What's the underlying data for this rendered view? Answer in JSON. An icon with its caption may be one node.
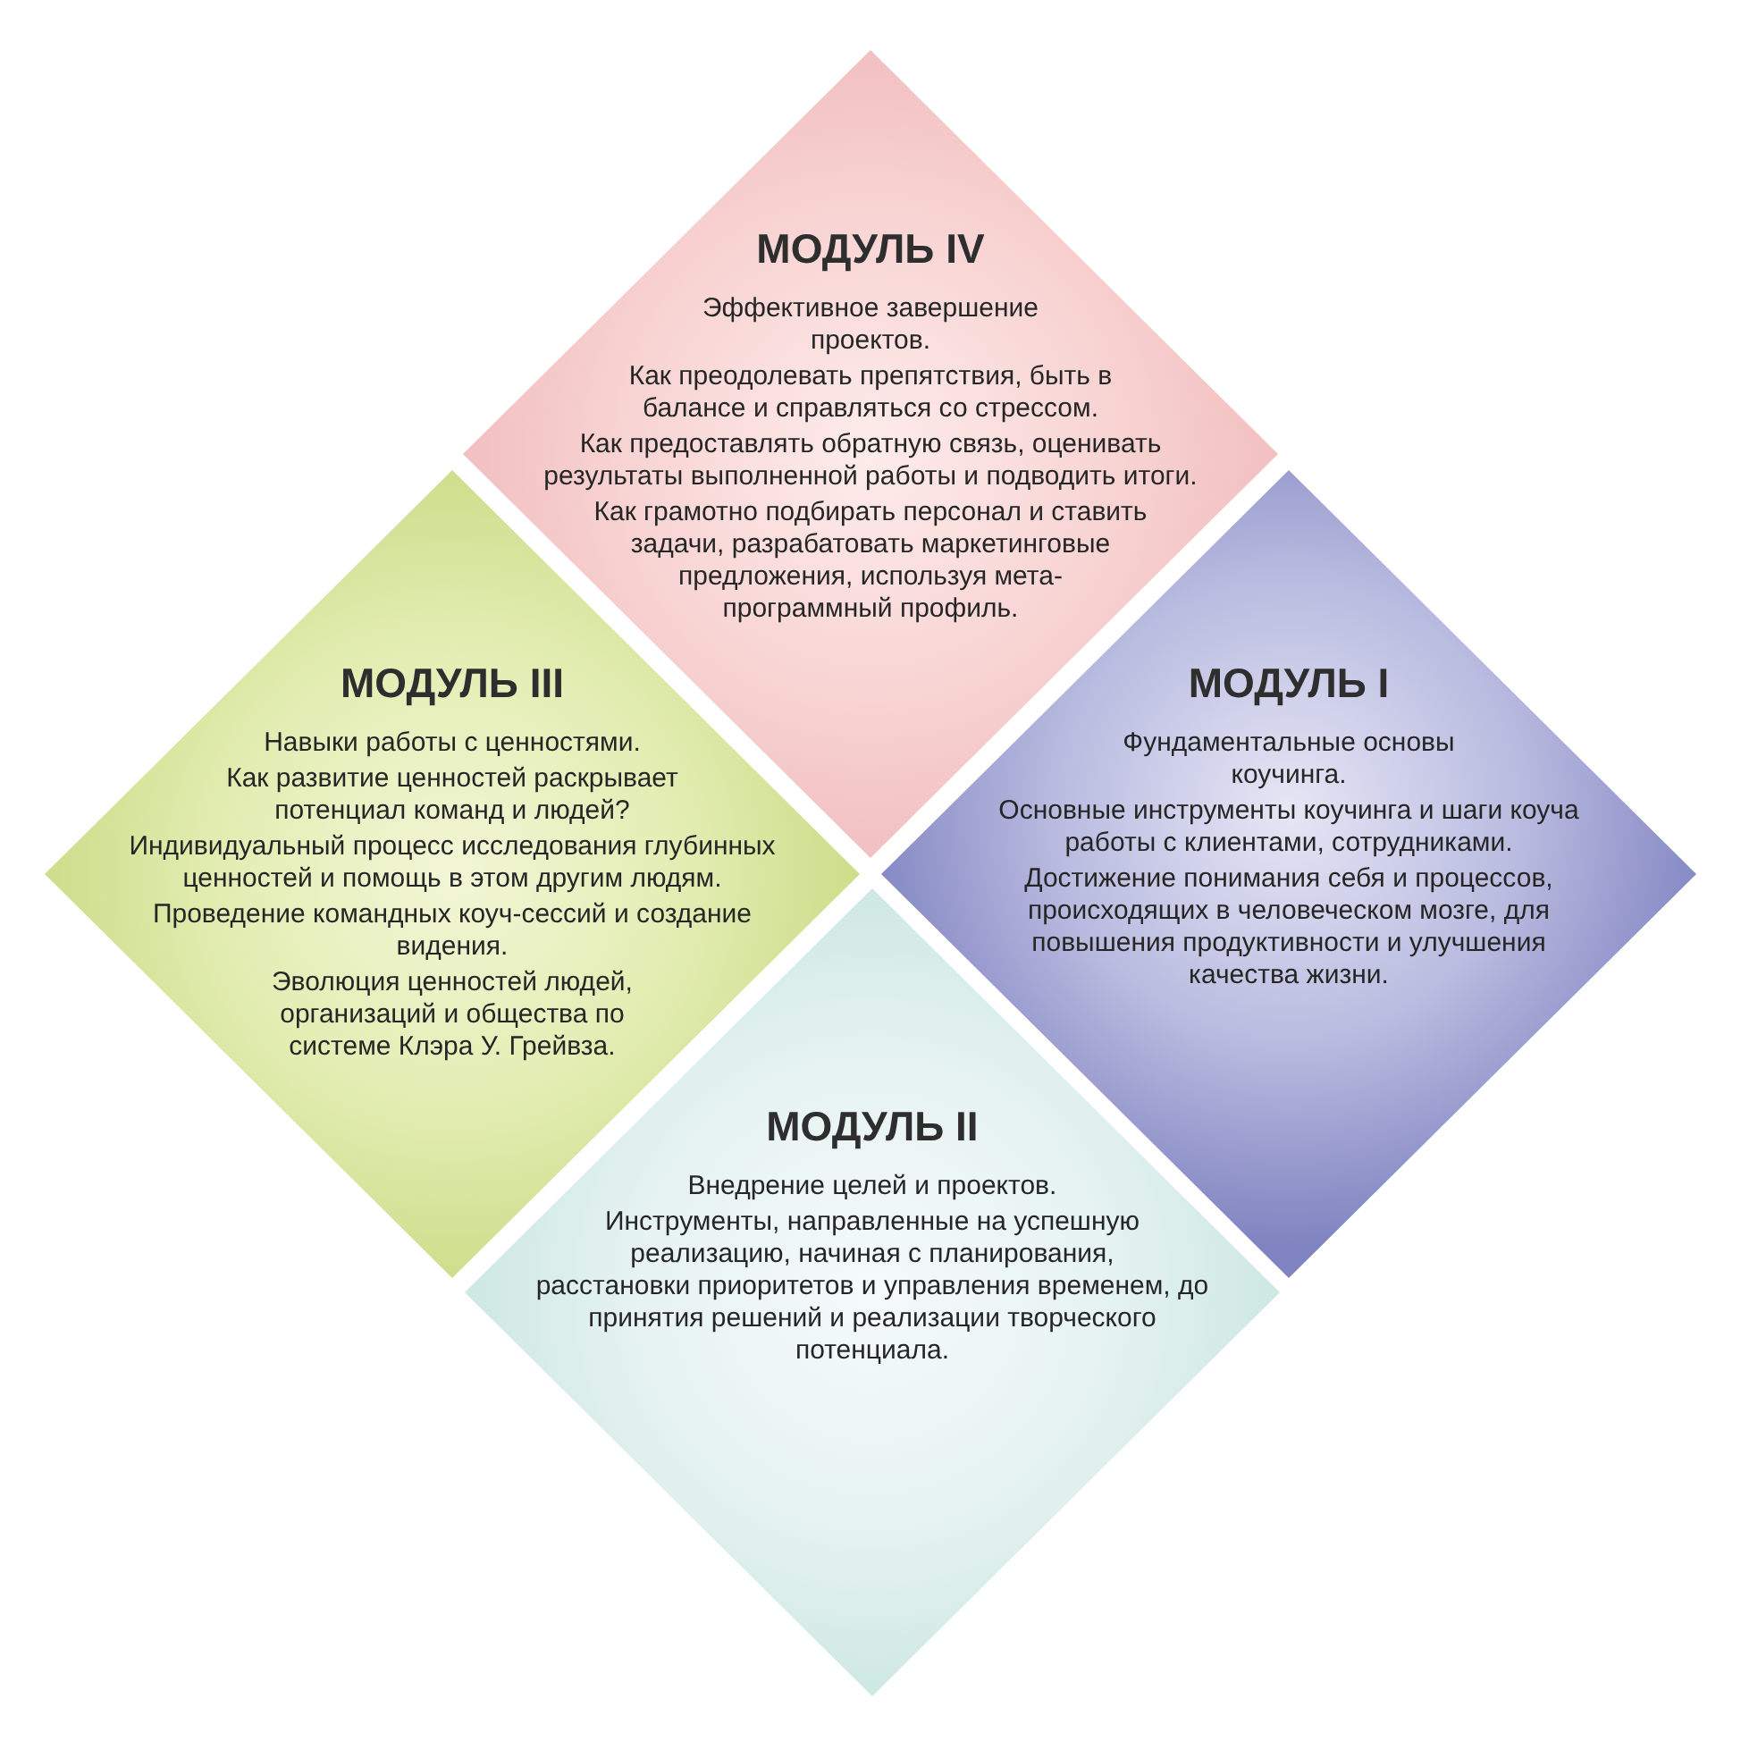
{
  "diagram": {
    "nodes": [
      {
        "text": [
          "МОДУЛЬ IV",
          "Эффективное завершение проектов.",
          "Как преодолевать препятствия, быть в балансе и справляться со стрессом.",
          "Как предоставлять обратную связь, оценивать результаты выполненной работы и подводить итоги.",
          "Как грамотно подбирать персонал и ставить задачи, разрабатовать маркетинговые предложения, используя мета-программный профиль."
        ]
      },
      {
        "text": [
          "МОДУЛЬ III",
          "Навыки работы с ценностями.",
          "Как развитие ценностей раскрывает потенциал команд и людей?",
          "Индивидуальный процесс исследования глубинных ценностей и помощь в этом другим людям.",
          "Проведение командных коуч-сессий и создание видения.",
          "Эволюция ценностей людей, организаций и общества по системе Клэра У. Грейвза."
        ]
      },
      {
        "text": [
          "МОДУЛЬ I",
          "Фундаментальные основы коучинга.",
          "Основные инструменты коучинга и шаги коуча работы с клиентами, сотрудниками.",
          "Достижение понимания себя и процессов, происходящих в человеческом мозге, для повышения продуктивности и улучшения качества жизни."
        ]
      },
      {
        "text": [
          "МОДУЛЬ II",
          "Внедрение целей и проектов.",
          "Инструменты, направленные на успешную реализацию, начиная с планирования, расстановки приоритетов и управления временем, до принятия решений и реализации творческого потенциала."
        ]
      }
    ]
  }
}
